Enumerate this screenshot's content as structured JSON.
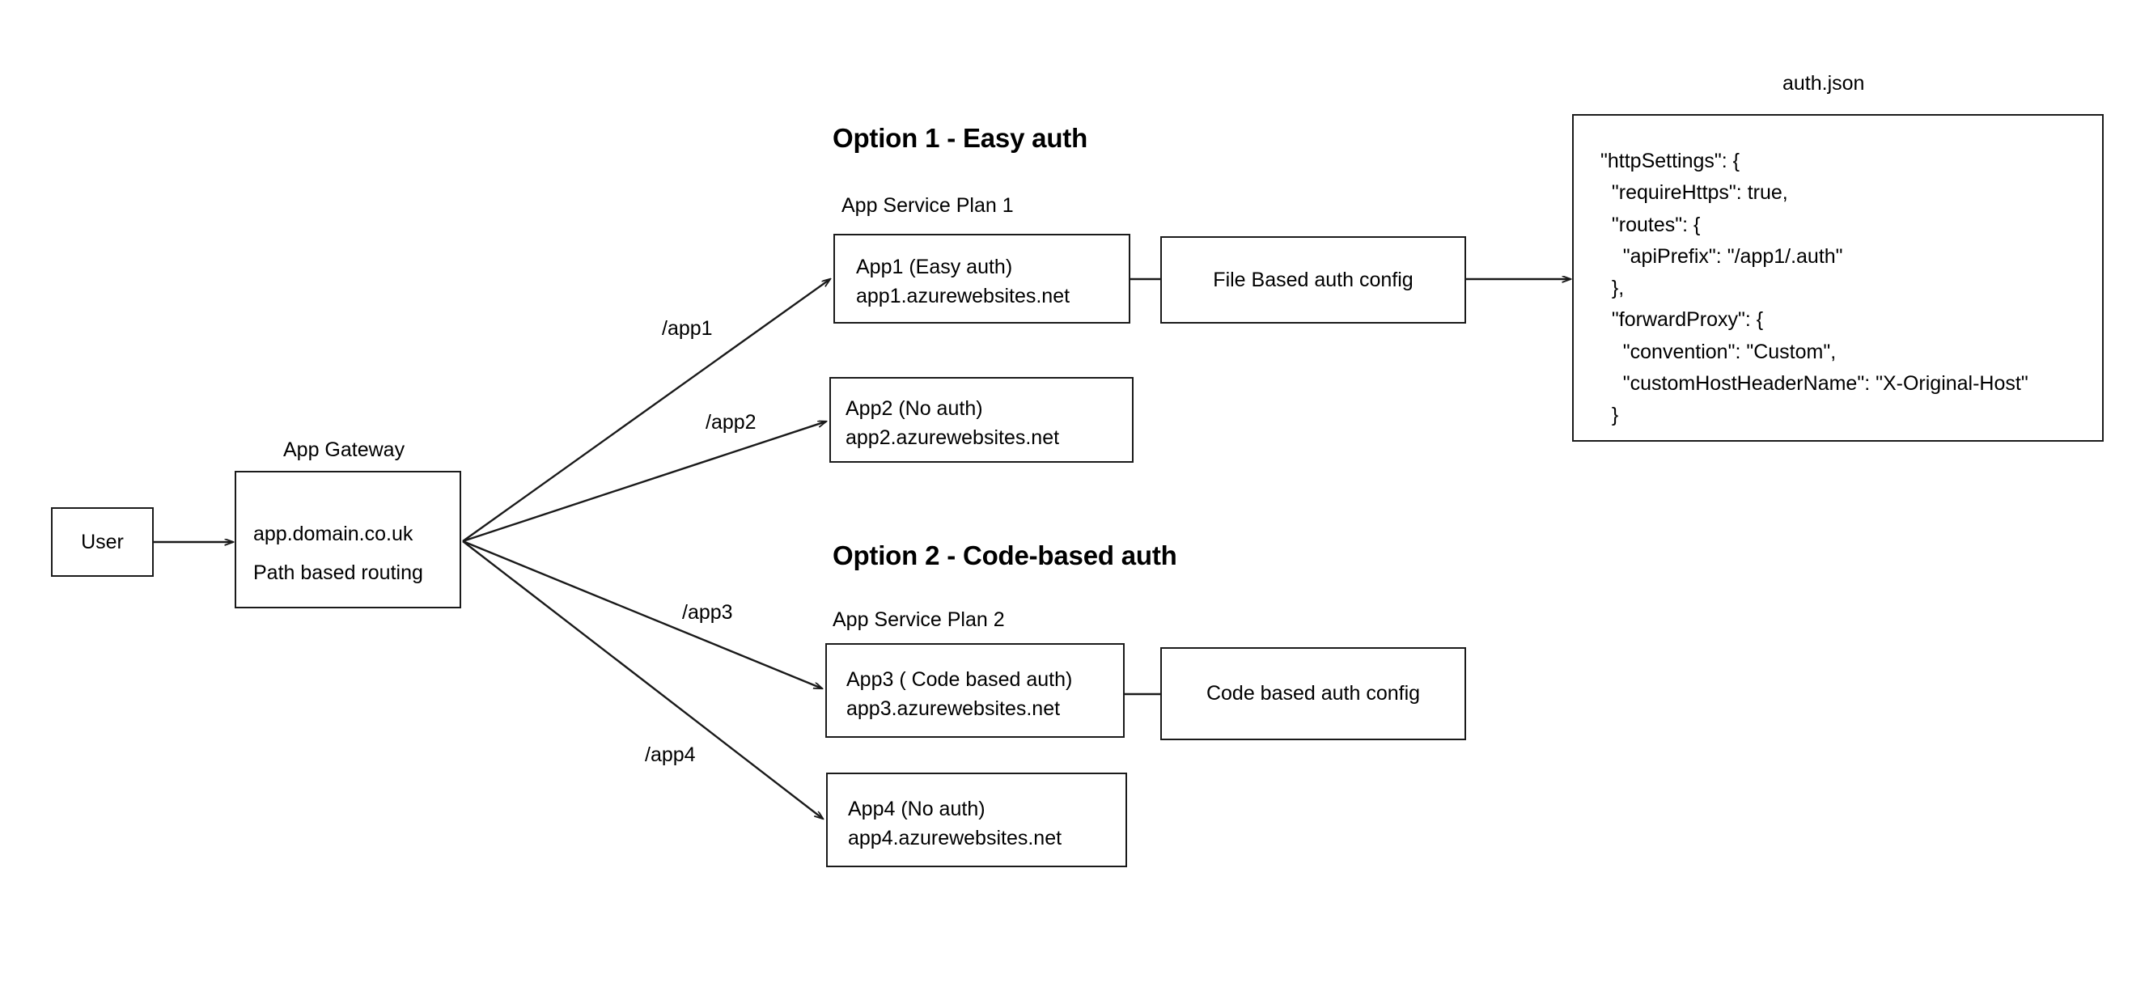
{
  "diagram": {
    "title_auth_json": "auth.json",
    "headings": {
      "option1": "Option 1 - Easy auth",
      "option2": "Option 2 - Code-based auth"
    },
    "group_labels": {
      "app_gateway": "App Gateway",
      "plan1": "App Service Plan 1",
      "plan2": "App Service Plan 2"
    },
    "nodes": {
      "user": {
        "label": "User"
      },
      "gateway": {
        "line1": "app.domain.co.uk",
        "line2": "Path based routing"
      },
      "app1": {
        "line1": "App1 (Easy auth)",
        "line2": "app1.azurewebsites.net"
      },
      "app2": {
        "line1": "App2 (No auth)",
        "line2": "app2.azurewebsites.net"
      },
      "app3": {
        "line1": "App3 ( Code based auth)",
        "line2": "app3.azurewebsites.net"
      },
      "app4": {
        "line1": "App4 (No auth)",
        "line2": "app4.azurewebsites.net"
      },
      "file_auth_config": {
        "label": "File Based auth config"
      },
      "code_auth_config": {
        "label": "Code based auth config"
      }
    },
    "edge_labels": {
      "app1": "/app1",
      "app2": "/app2",
      "app3": "/app3",
      "app4": "/app4"
    },
    "auth_json_lines": [
      "\"httpSettings\": {",
      "  \"requireHttps\": true,",
      "  \"routes\": {",
      "    \"apiPrefix\": \"/app1/.auth\"",
      "  },",
      "  \"forwardProxy\": {",
      "    \"convention\": \"Custom\",",
      "    \"customHostHeaderName\": \"X-Original-Host\"",
      "  }"
    ],
    "auth_json_text": "\"httpSettings\": {\n  \"requireHttps\": true,\n  \"routes\": {\n    \"apiPrefix\": \"/app1/.auth\"\n  },\n  \"forwardProxy\": {\n    \"convention\": \"Custom\",\n    \"customHostHeaderName\": \"X-Original-Host\"\n  }",
    "colors": {
      "stroke": "#1a1a1a",
      "background": "#ffffff",
      "text": "#000000"
    }
  }
}
